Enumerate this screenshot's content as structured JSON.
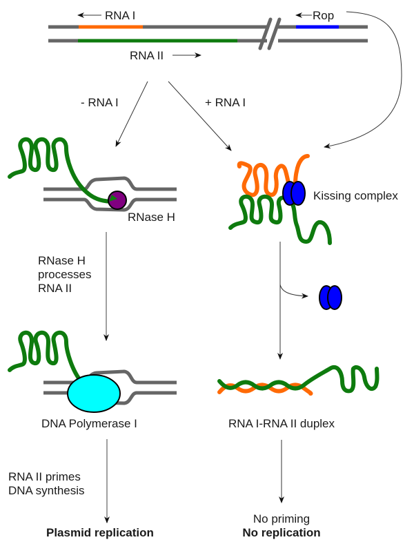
{
  "diagram": {
    "title": "ColE1 plasmid replication control by RNA I and Rop",
    "colors": {
      "rna_i": "#ff6a06",
      "rna_ii": "#0e7b0e",
      "rop": "#0000ff",
      "dna": "#666666",
      "rnase_h": "#800080",
      "dna_polymerase": "#00ffff"
    },
    "top": {
      "rna_i_label": "RNA I",
      "rna_ii_label": "RNA II",
      "rop_label": "Rop"
    },
    "branches": {
      "minus_rna_i": "- RNA I",
      "plus_rna_i": "+ RNA I"
    },
    "left": {
      "rnase_h_label": "RNase H",
      "step1_lines": [
        "RNase H",
        "processes",
        "RNA II"
      ],
      "dna_polymerase_label": "DNA Polymerase I",
      "step2_lines": [
        "RNA II primes",
        "DNA synthesis"
      ],
      "outcome": "Plasmid replication"
    },
    "right": {
      "kissing_label": "Kissing complex",
      "duplex_label": "RNA I-RNA II duplex",
      "outcome_line1": "No priming",
      "outcome_line2": "No replication"
    }
  }
}
